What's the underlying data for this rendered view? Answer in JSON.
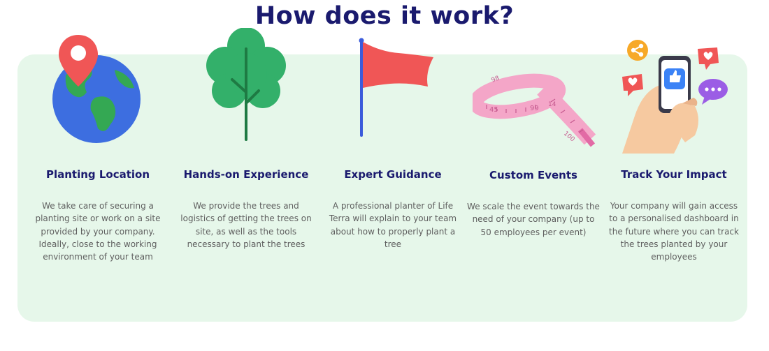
{
  "heading": "How does it work?",
  "steps": [
    {
      "title": "Planting Location",
      "description": "We take care of securing a planting site or work on a site provided by your company. Ideally, close to the working environment of your team",
      "icon": "globe-pin-icon"
    },
    {
      "title": "Hands-on Experience",
      "description": "We provide the trees and logistics of getting the trees on site, as well as the tools necessary to plant the trees",
      "icon": "tree-icon"
    },
    {
      "title": "Expert Guidance",
      "description": "A professional planter of Life Terra will explain to your team about how to properly plant a tree",
      "icon": "flag-icon"
    },
    {
      "title": "Custom Events",
      "description": "We scale the event towards the need of your company (up to 50 employees per event)",
      "icon": "measuring-tape-icon"
    },
    {
      "title": "Track Your Impact",
      "description": "Your company will gain access to a personalised dashboard in the future where you can track the trees planted by your employees",
      "icon": "phone-social-icon"
    }
  ],
  "tape_marks": [
    "98",
    "45",
    "99",
    "14",
    "100"
  ],
  "colors": {
    "heading": "#1a1a6e",
    "panel": "#e6f7ea",
    "description": "#5f5f5f",
    "accent_red": "#f05656",
    "globe_blue": "#3d6ee0",
    "globe_green": "#34a853",
    "tree_green": "#33b06a"
  }
}
